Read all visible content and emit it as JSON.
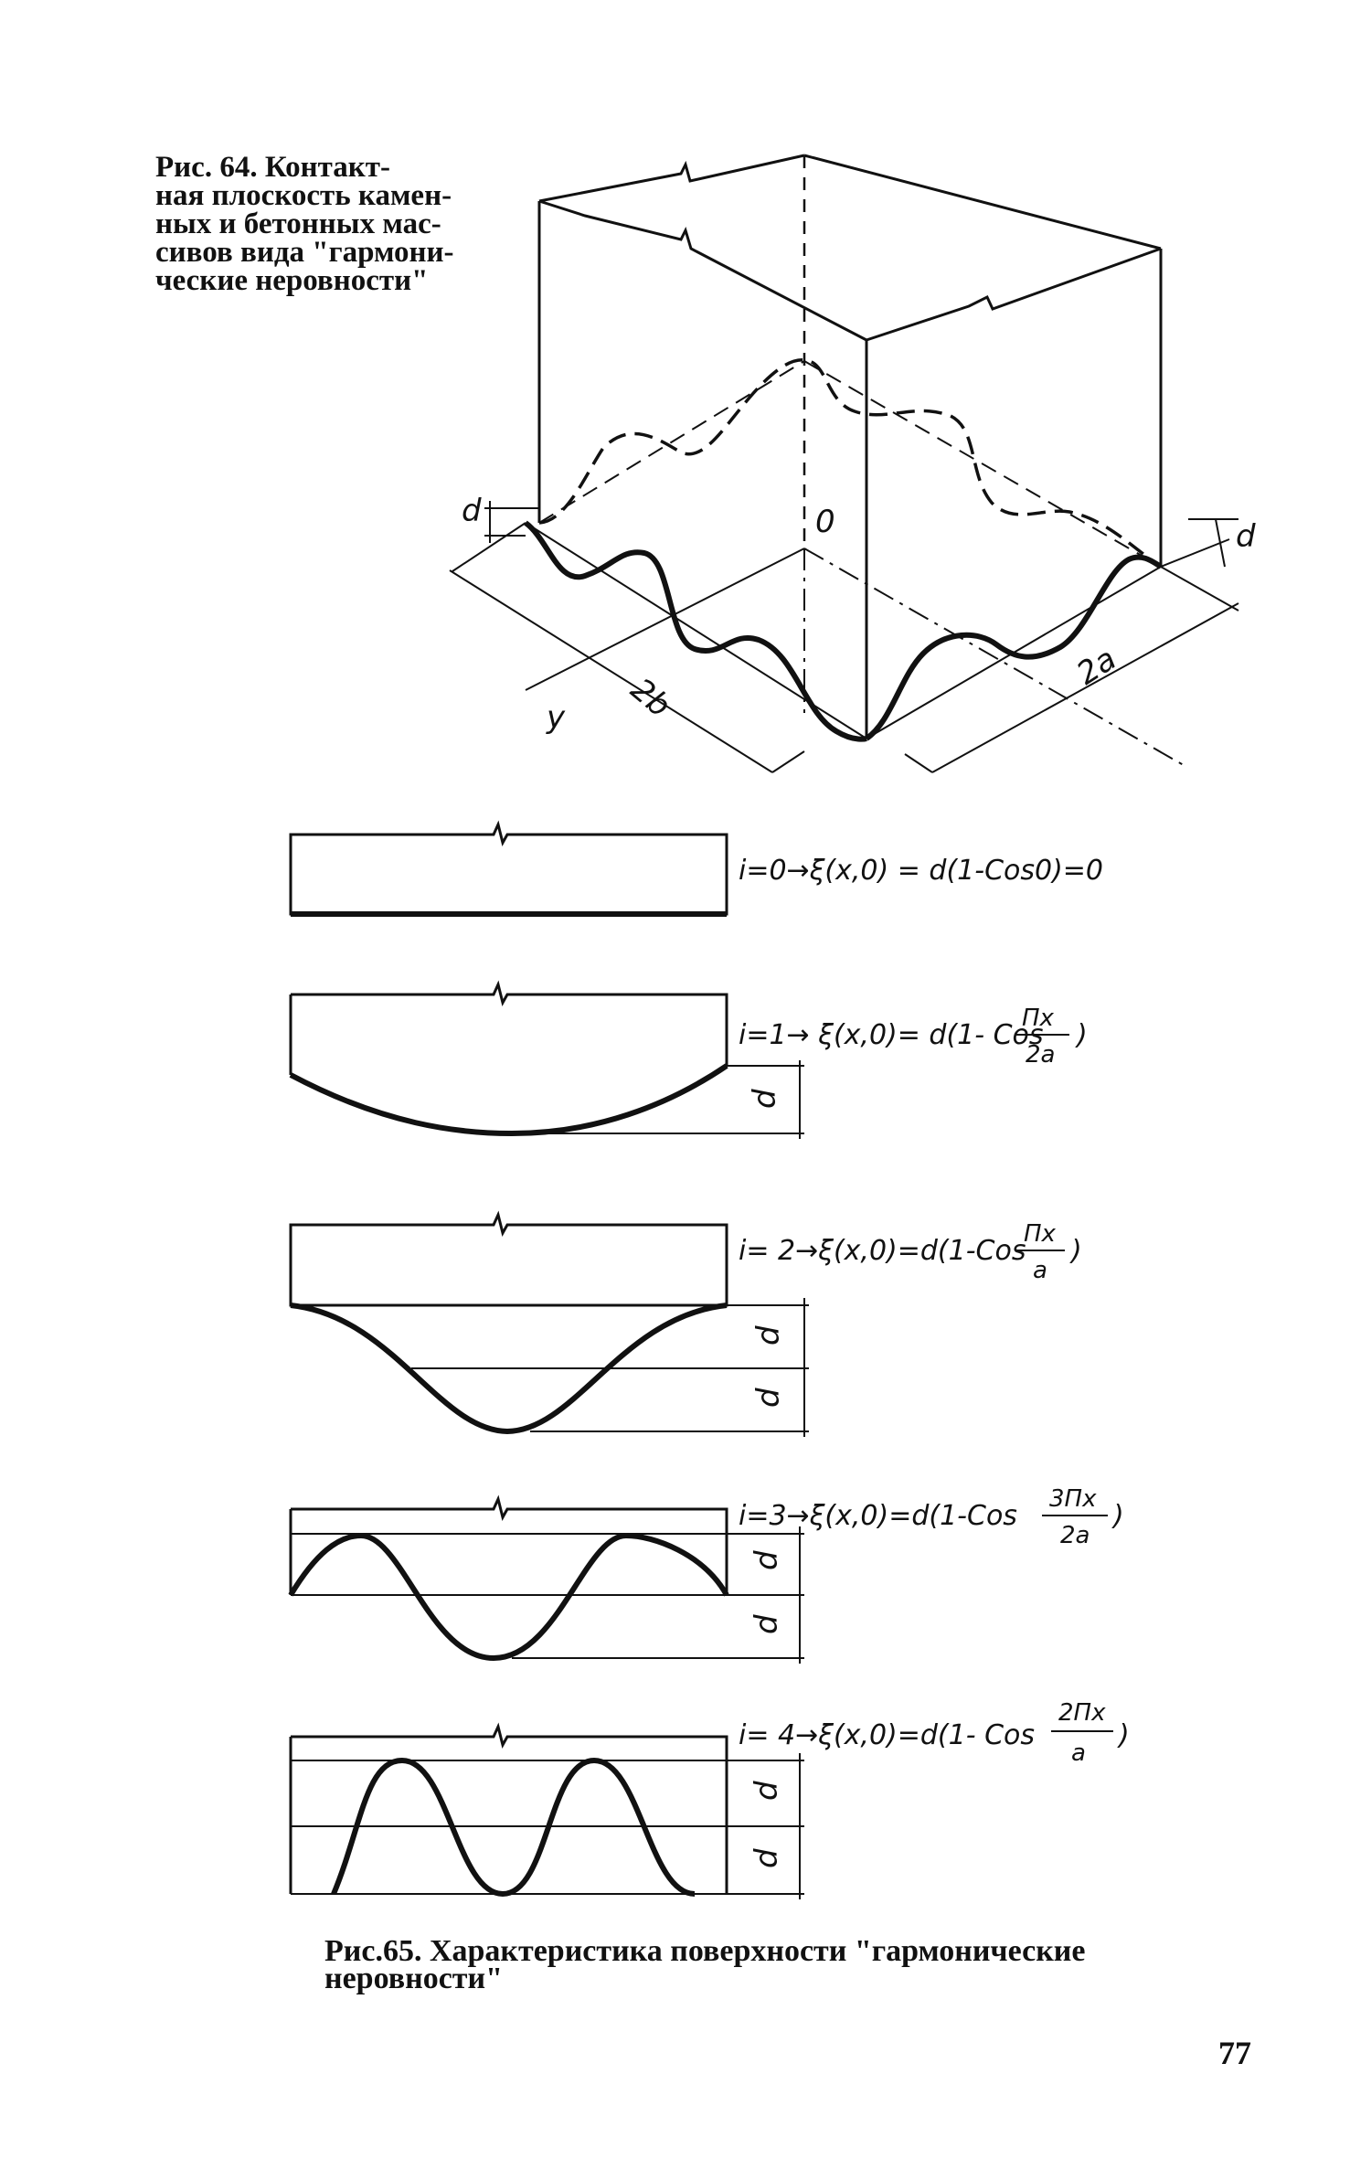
{
  "figure64": {
    "caption_lines": [
      "Рис. 64. Контакт-",
      "ная плоскость камен-",
      "ных и бетонных мас-",
      "сивов вида \"гармони-",
      "ческие неровности\""
    ],
    "labels": {
      "d_left": "d",
      "d_right": "d",
      "origin": "0",
      "b2": "2b",
      "a2": "2a",
      "y_axis": "y"
    }
  },
  "figure65": {
    "rows": [
      {
        "lhs": "i=0→ξ(x,0) = d(1-Cos0)=0",
        "frac_num": "",
        "frac_den": "",
        "close": "",
        "d_labels": []
      },
      {
        "lhs": "i=1→ ξ(x,0)= d(1- Cos",
        "frac_num": "Πx",
        "frac_den": "2a",
        "close": ")",
        "d_labels": [
          "d"
        ]
      },
      {
        "lhs": "i= 2→ξ(x,0)=d(1-Cos",
        "frac_num": "Πx",
        "frac_den": "a",
        "close": ")",
        "d_labels": [
          "d",
          "d"
        ]
      },
      {
        "lhs": "i=3→ξ(x,0)=d(1-Cos",
        "frac_num": "3Πx",
        "frac_den": "2a",
        "close": ")",
        "d_labels": [
          "d",
          "d"
        ]
      },
      {
        "lhs": "i= 4→ξ(x,0)=d(1- Cos",
        "frac_num": "2Πx",
        "frac_den": "a",
        "close": ")",
        "d_labels": [
          "d",
          "d"
        ]
      }
    ],
    "caption_line1": "Рис.65. Характеристика поверхности \"гармонические",
    "caption_line2": "неровности\""
  },
  "page_number": "77"
}
